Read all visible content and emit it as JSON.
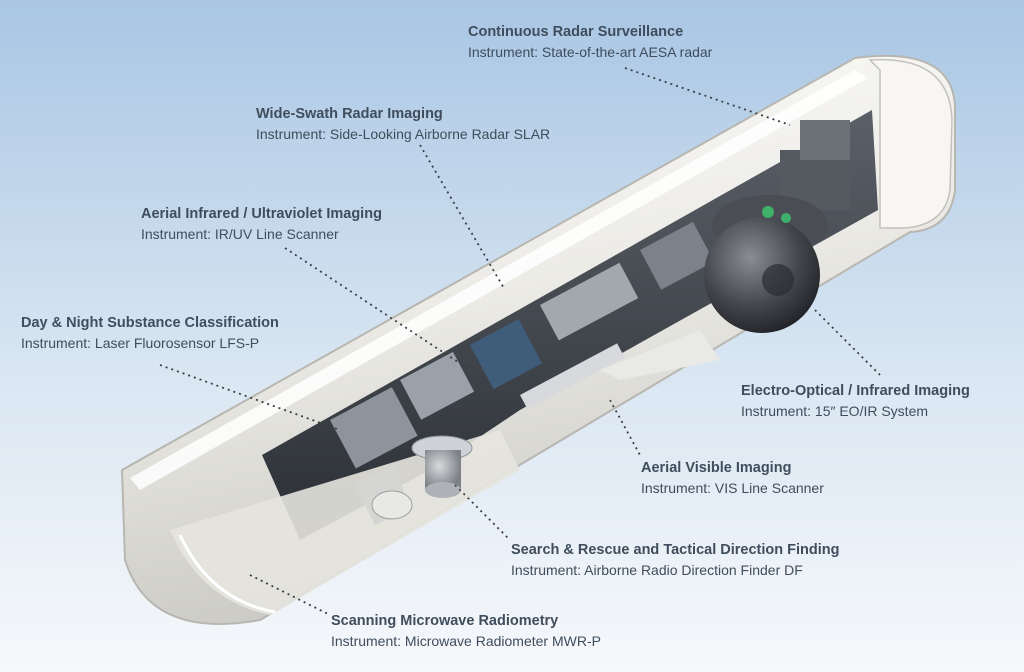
{
  "callouts": {
    "radar_surveillance": {
      "title": "Continuous Radar Surveillance",
      "instrument": "Instrument: State-of-the-art AESA radar"
    },
    "wide_swath": {
      "title": "Wide-Swath Radar Imaging",
      "instrument": "Instrument: Side-Looking Airborne Radar SLAR"
    },
    "ir_uv": {
      "title": "Aerial Infrared / Ultraviolet Imaging",
      "instrument": "Instrument: IR/UV Line Scanner"
    },
    "substance": {
      "title": "Day & Night Substance Classification",
      "instrument": "Instrument: Laser Fluorosensor LFS-P"
    },
    "eo_ir": {
      "title": "Electro-Optical / Infrared Imaging",
      "instrument": "Instrument: 15″ EO/IR System"
    },
    "visible": {
      "title": "Aerial Visible Imaging",
      "instrument": "Instrument: VIS Line Scanner"
    },
    "sar_df": {
      "title": "Search & Rescue and Tactical Direction Finding",
      "instrument": "Instrument: Airborne Radio Direction Finder DF"
    },
    "microwave": {
      "title": "Scanning Microwave Radiometry",
      "instrument": "Instrument: Microwave Radiometer MWR-P"
    }
  },
  "colors": {
    "sky_top": "#a9c6e4",
    "sky_bottom": "#f6f8fb",
    "label_text": "#3f4d5c",
    "pod_shell": "#f1efe9"
  }
}
